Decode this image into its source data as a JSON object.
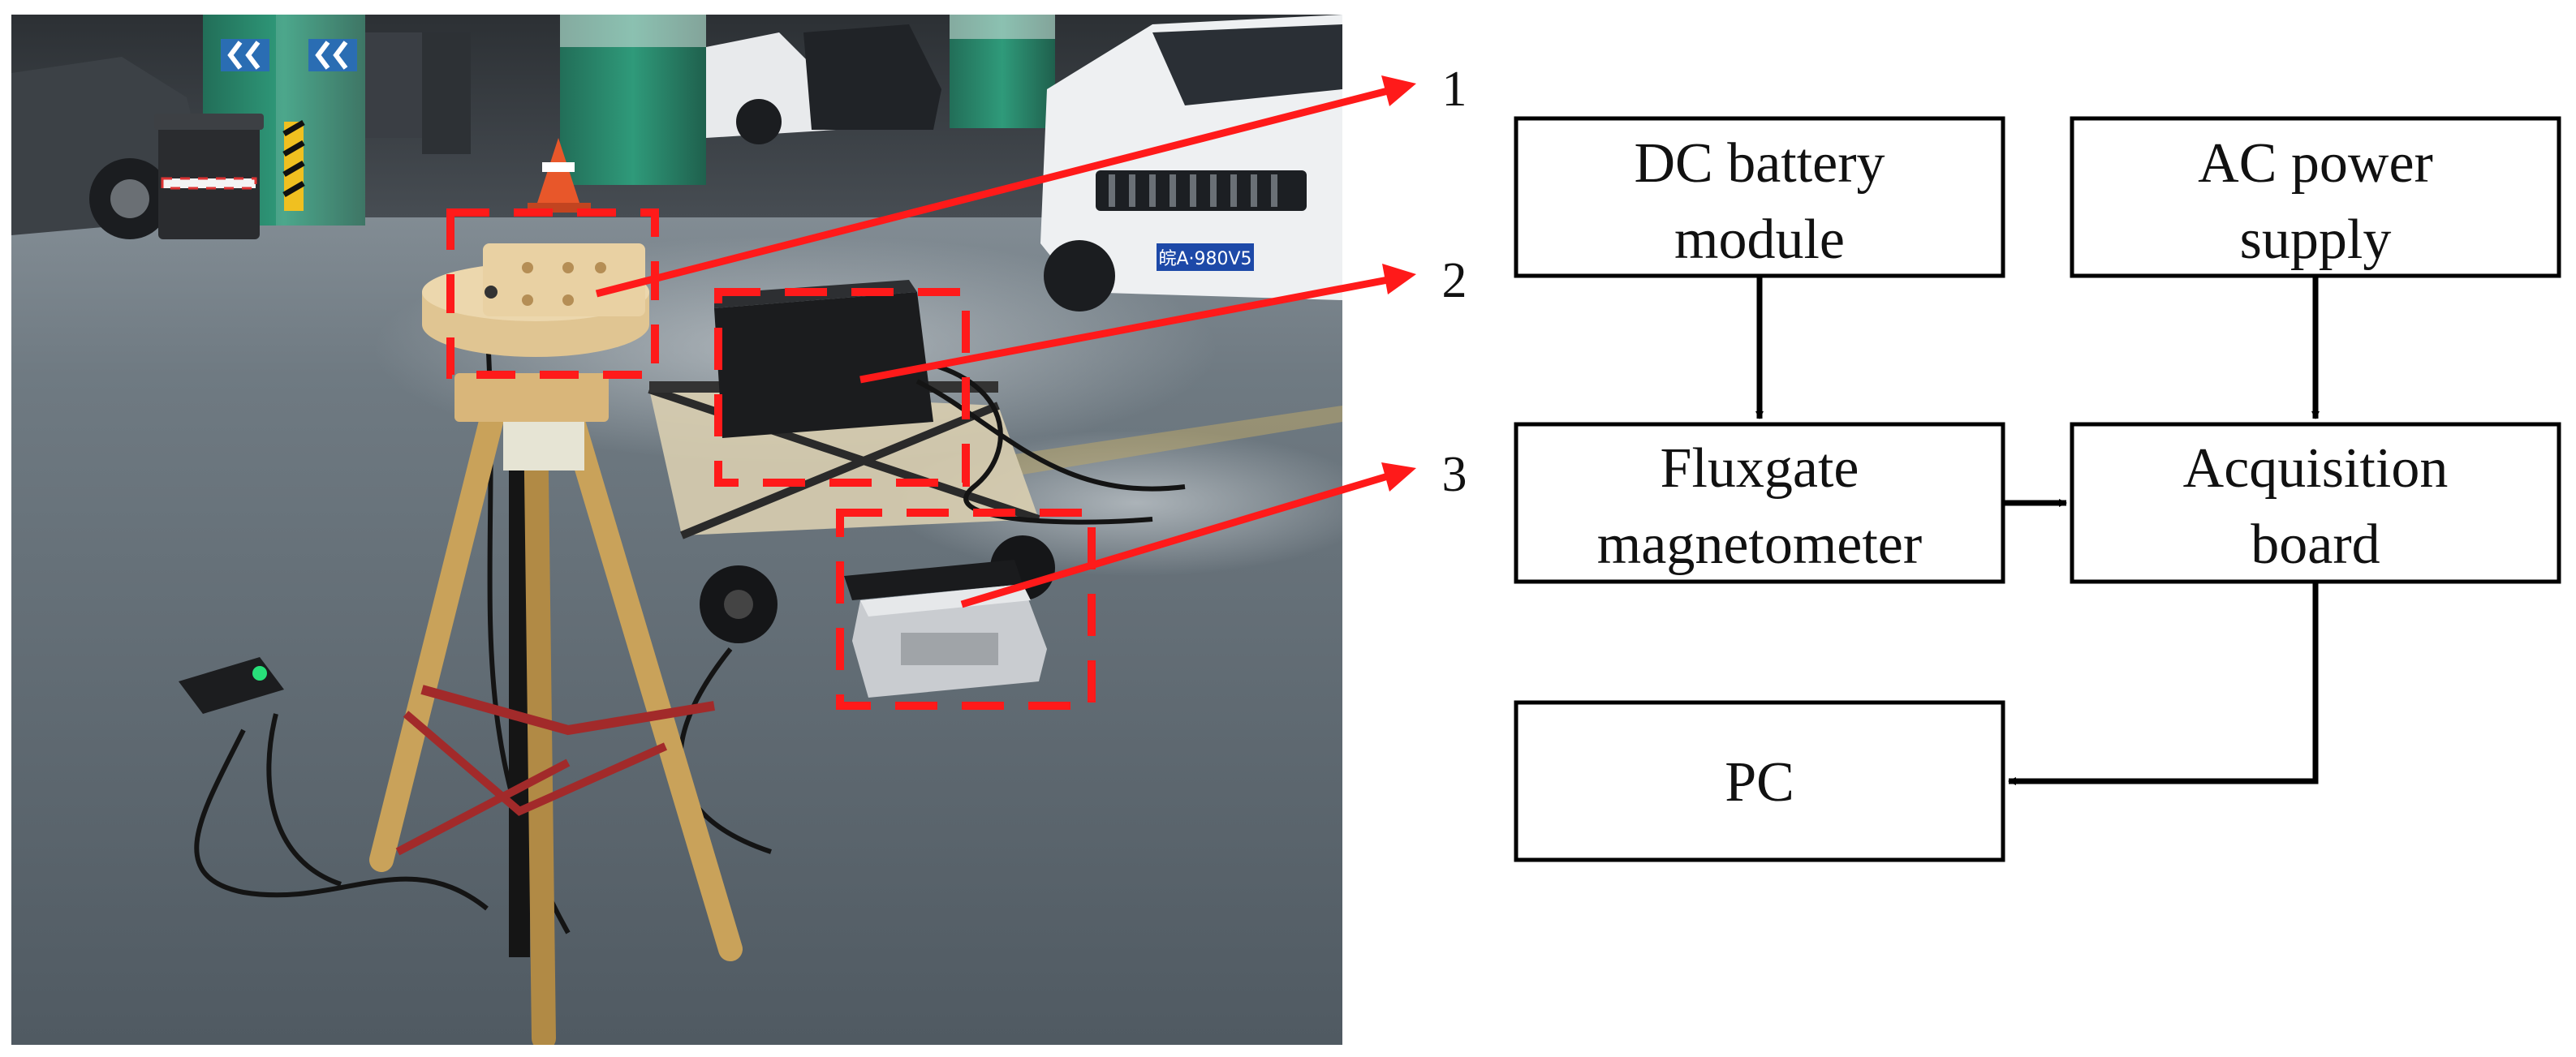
{
  "photo": {
    "callouts": [
      {
        "id": "1",
        "label": "1"
      },
      {
        "id": "2",
        "label": "2"
      },
      {
        "id": "3",
        "label": "3"
      }
    ],
    "callout_color": "#ff1a1a",
    "scene_colors": {
      "floor": "#5d6770",
      "wall": "#3a3f45",
      "pillar": "#2f8a6f",
      "tripod": "#c9a25a",
      "sensor": "#e3c89a"
    },
    "license_plate": "皖A·980V5"
  },
  "diagram": {
    "boxes": {
      "dc": {
        "lines": [
          "DC battery",
          "module"
        ]
      },
      "ac": {
        "lines": [
          "AC power",
          "supply"
        ]
      },
      "flux": {
        "lines": [
          "Fluxgate",
          "magnetometer"
        ]
      },
      "acq": {
        "lines": [
          "Acquisition",
          "board"
        ]
      },
      "pc": {
        "lines": [
          "PC"
        ]
      }
    },
    "edges": [
      {
        "from": "dc",
        "to": "flux"
      },
      {
        "from": "ac",
        "to": "acq"
      },
      {
        "from": "flux",
        "to": "acq"
      },
      {
        "from": "acq",
        "to": "pc"
      }
    ]
  }
}
